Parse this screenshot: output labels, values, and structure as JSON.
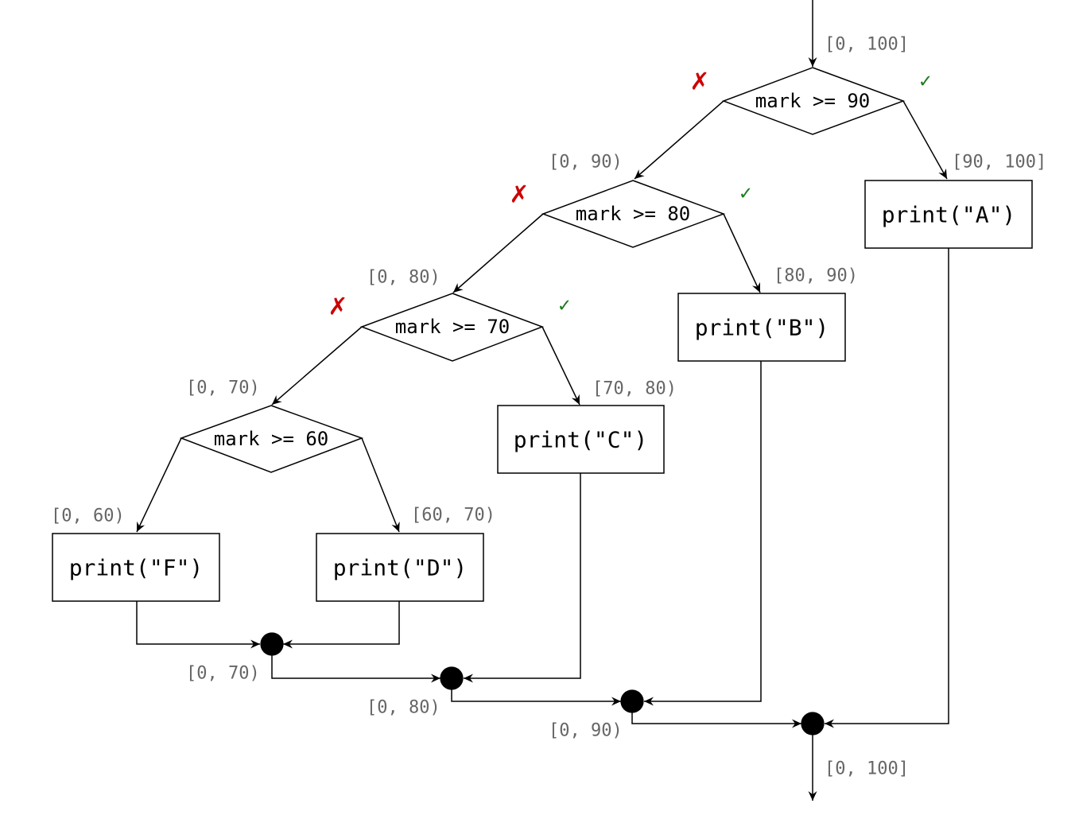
{
  "decisions": [
    {
      "condition": "mark >= 90",
      "false_mark": "✗",
      "true_mark": "✓"
    },
    {
      "condition": "mark >= 80",
      "false_mark": "✗",
      "true_mark": "✓"
    },
    {
      "condition": "mark >= 70",
      "false_mark": "✗",
      "true_mark": "✓"
    },
    {
      "condition": "mark >= 60"
    }
  ],
  "actions": {
    "a": "print(\"A\")",
    "b": "print(\"B\")",
    "c": "print(\"C\")",
    "d": "print(\"D\")",
    "f": "print(\"F\")"
  },
  "ranges": {
    "entry": "[0, 100]",
    "d90_false": "[0, 90)",
    "d90_true": "[90, 100]",
    "d80_false": "[0, 80)",
    "d80_true": "[80, 90)",
    "d70_false": "[0, 70)",
    "d70_true": "[70, 80)",
    "d60_false": "[0, 60)",
    "d60_true": "[60, 70)",
    "merge70": "[0, 70)",
    "merge80": "[0, 80)",
    "merge90": "[0, 90)",
    "exit": "[0, 100]"
  }
}
